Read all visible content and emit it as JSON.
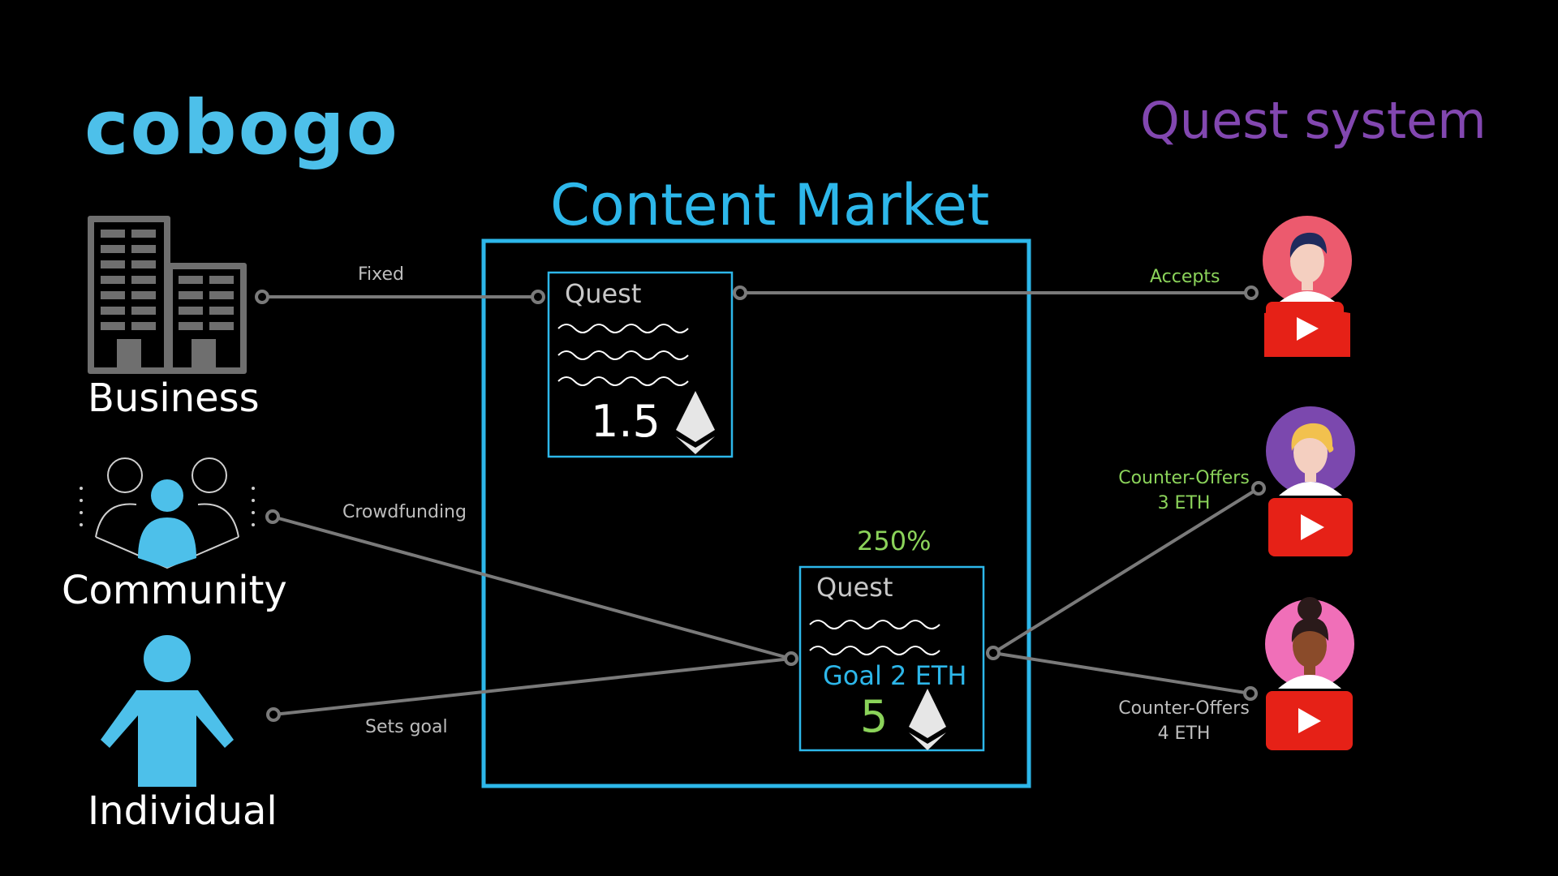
{
  "brand": {
    "logo": "cobogo"
  },
  "header": {
    "title": "Quest system"
  },
  "market": {
    "title": "Content Market"
  },
  "actors": [
    {
      "label": "Business",
      "icon": "building-icon"
    },
    {
      "label": "Community",
      "icon": "community-icon"
    },
    {
      "label": "Individual",
      "icon": "person-icon"
    }
  ],
  "edges": {
    "fixed": "Fixed",
    "crowdfunding": "Crowdfunding",
    "sets_goal": "Sets goal",
    "accepts": "Accepts",
    "counter_offer_1": {
      "line1": "Counter-Offers",
      "line2": "3 ETH"
    },
    "counter_offer_2": {
      "line1": "Counter-Offers",
      "line2": "4 ETH"
    }
  },
  "quests": [
    {
      "title": "Quest",
      "amount": "1.5",
      "currency_icon": "ethereum-icon"
    },
    {
      "title": "Quest",
      "goal": "Goal 2 ETH",
      "amount": "5",
      "percent": "250%",
      "currency_icon": "ethereum-icon"
    }
  ],
  "creators": [
    {
      "icon": "creator-avatar-icon",
      "bg_color": "#ec5a6e",
      "hair_color": "#1f2a5c"
    },
    {
      "icon": "creator-avatar-icon",
      "bg_color": "#7b48ae",
      "hair_color": "#f2c14e"
    },
    {
      "icon": "creator-avatar-icon",
      "bg_color": "#f06fb8",
      "hair_color": "#2a1a1a"
    }
  ],
  "colors": {
    "accent_blue": "#2db7ea",
    "icon_blue": "#4dc0ea",
    "purple": "#8247b0",
    "green": "#8bd35a",
    "connector_gray": "#7a7a7a",
    "youtube_red": "#e62117"
  }
}
